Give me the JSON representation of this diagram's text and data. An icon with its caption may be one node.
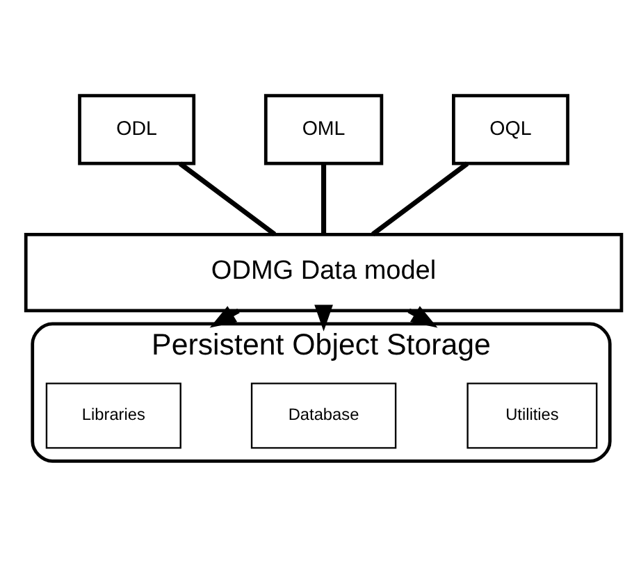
{
  "diagram": {
    "nodes": [
      {
        "text": [
          "ODL"
        ]
      },
      {
        "text": [
          "OML"
        ]
      },
      {
        "text": [
          "OQL"
        ]
      },
      {
        "text": [
          "ODMG Data model"
        ]
      },
      {
        "text": [
          "Persistent Object Storage"
        ]
      },
      {
        "text": [
          "Libraries"
        ],
        "in": 4
      },
      {
        "text": [
          "Database"
        ],
        "in": 4
      },
      {
        "text": [
          "Utilities"
        ],
        "in": 4
      }
    ],
    "edges": [
      {
        "from": 0,
        "to": 3,
        "arrow": "none"
      },
      {
        "from": 1,
        "to": 3,
        "arrow": "none"
      },
      {
        "from": 2,
        "to": 3,
        "arrow": "none"
      },
      {
        "from": 3,
        "to": 4,
        "arrow": "to"
      },
      {
        "from": 3,
        "to": 4,
        "arrow": "to"
      },
      {
        "from": 3,
        "to": 4,
        "arrow": "to"
      }
    ]
  }
}
